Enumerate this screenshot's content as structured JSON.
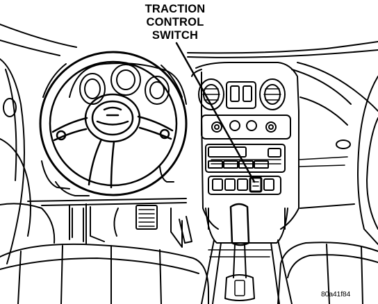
{
  "callout": {
    "line1": "TRACTION",
    "line2": "CONTROL",
    "line3": "SWITCH"
  },
  "figure_id": "80a41f84",
  "colors": {
    "ink": "#000000",
    "paper": "#ffffff"
  }
}
